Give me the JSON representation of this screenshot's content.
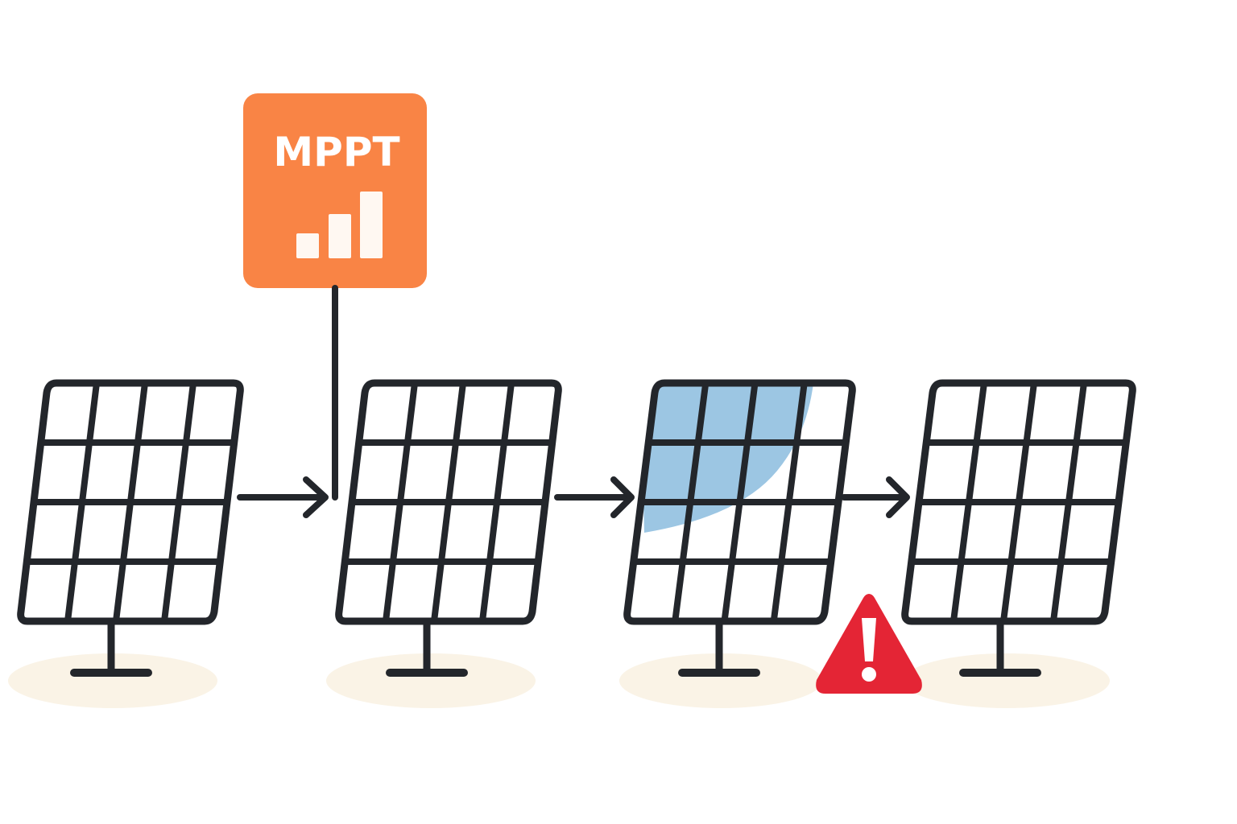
{
  "mppt": {
    "label": "MPPT",
    "icon": "signal-bars-icon",
    "color": "#f98445"
  },
  "panels": [
    {
      "name": "panel-1",
      "shaded": false
    },
    {
      "name": "panel-2",
      "shaded": false
    },
    {
      "name": "panel-3",
      "shaded": true
    },
    {
      "name": "panel-4",
      "shaded": false
    }
  ],
  "warning": {
    "icon": "warning-triangle-icon",
    "color": "#e42535"
  },
  "colors": {
    "ink": "#23262b",
    "shade": "#9cc6e3",
    "ground": "#faf3e6"
  }
}
